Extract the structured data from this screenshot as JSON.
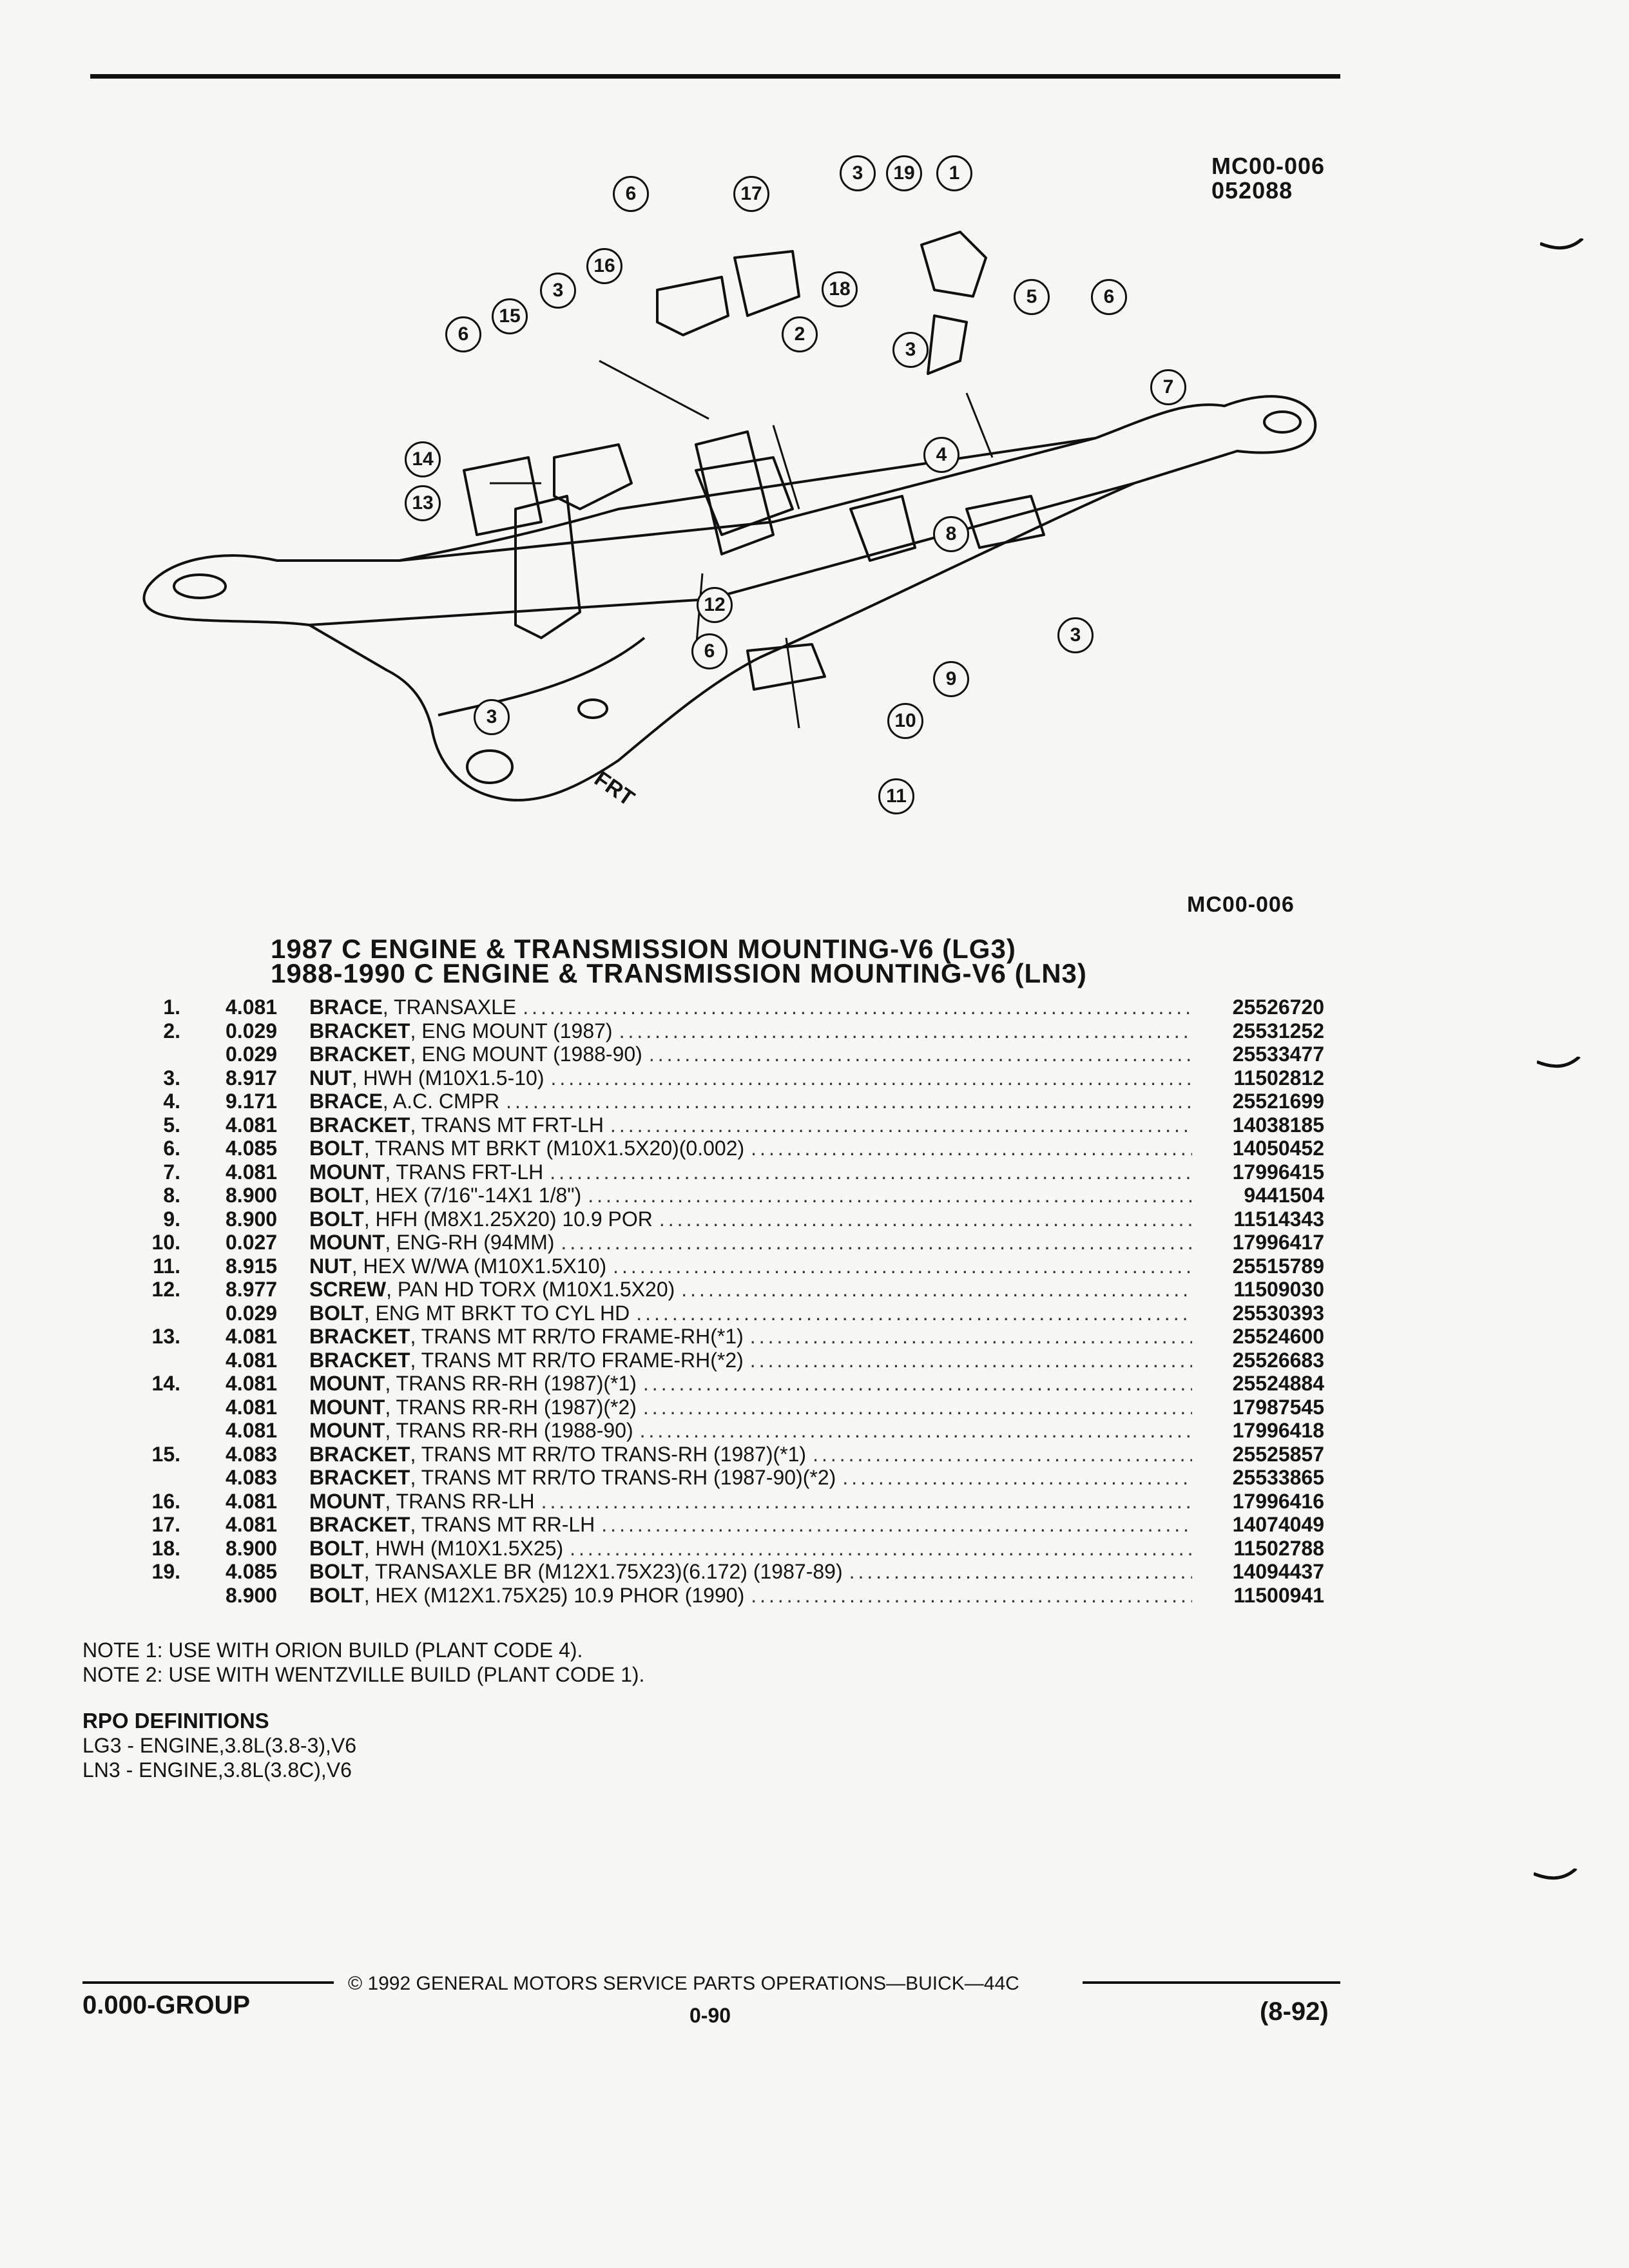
{
  "figure": {
    "code_top": "MC00-006",
    "date_code": "052088",
    "code_bottom": "MC00-006",
    "callouts": [
      "1",
      "2",
      "3",
      "4",
      "5",
      "6",
      "7",
      "8",
      "9",
      "10",
      "11",
      "12",
      "13",
      "14",
      "15",
      "16",
      "17",
      "18",
      "19"
    ],
    "front_label": "FRT"
  },
  "title": {
    "line1": "1987 C ENGINE & TRANSMISSION MOUNTING-V6 (LG3)",
    "line2": "1988-1990 C ENGINE & TRANSMISSION MOUNTING-V6 (LN3)"
  },
  "parts": [
    {
      "num": "1.",
      "code": "4.081",
      "name": "BRACE",
      "desc": ", TRANSAXLE",
      "pn": "25526720"
    },
    {
      "num": "2.",
      "code": "0.029",
      "name": "BRACKET",
      "desc": ", ENG MOUNT (1987)",
      "pn": "25531252"
    },
    {
      "num": "",
      "code": "0.029",
      "name": "BRACKET",
      "desc": ", ENG MOUNT (1988-90)",
      "pn": "25533477"
    },
    {
      "num": "3.",
      "code": "8.917",
      "name": "NUT",
      "desc": ", HWH (M10X1.5-10)",
      "pn": "11502812"
    },
    {
      "num": "4.",
      "code": "9.171",
      "name": "BRACE",
      "desc": ", A.C. CMPR",
      "pn": "25521699"
    },
    {
      "num": "5.",
      "code": "4.081",
      "name": "BRACKET",
      "desc": ", TRANS MT FRT-LH",
      "pn": "14038185"
    },
    {
      "num": "6.",
      "code": "4.085",
      "name": "BOLT",
      "desc": ", TRANS MT BRKT (M10X1.5X20)(0.002)",
      "pn": "14050452"
    },
    {
      "num": "7.",
      "code": "4.081",
      "name": "MOUNT",
      "desc": ", TRANS FRT-LH",
      "pn": "17996415"
    },
    {
      "num": "8.",
      "code": "8.900",
      "name": "BOLT",
      "desc": ", HEX (7/16\"-14X1 1/8\")",
      "pn": "9441504"
    },
    {
      "num": "9.",
      "code": "8.900",
      "name": "BOLT",
      "desc": ", HFH (M8X1.25X20) 10.9 POR",
      "pn": "11514343"
    },
    {
      "num": "10.",
      "code": "0.027",
      "name": "MOUNT",
      "desc": ", ENG-RH (94MM)",
      "pn": "17996417"
    },
    {
      "num": "11.",
      "code": "8.915",
      "name": "NUT",
      "desc": ", HEX W/WA (M10X1.5X10)",
      "pn": "25515789"
    },
    {
      "num": "12.",
      "code": "8.977",
      "name": "SCREW",
      "desc": ", PAN HD TORX (M10X1.5X20)",
      "pn": "11509030"
    },
    {
      "num": "",
      "code": "0.029",
      "name": "BOLT",
      "desc": ", ENG MT BRKT TO CYL HD",
      "pn": "25530393"
    },
    {
      "num": "13.",
      "code": "4.081",
      "name": "BRACKET",
      "desc": ", TRANS MT RR/TO FRAME-RH(*1)",
      "pn": "25524600"
    },
    {
      "num": "",
      "code": "4.081",
      "name": "BRACKET",
      "desc": ", TRANS MT RR/TO FRAME-RH(*2)",
      "pn": "25526683"
    },
    {
      "num": "14.",
      "code": "4.081",
      "name": "MOUNT",
      "desc": ", TRANS RR-RH (1987)(*1)",
      "pn": "25524884"
    },
    {
      "num": "",
      "code": "4.081",
      "name": "MOUNT",
      "desc": ", TRANS RR-RH (1987)(*2)",
      "pn": "17987545"
    },
    {
      "num": "",
      "code": "4.081",
      "name": "MOUNT",
      "desc": ", TRANS RR-RH (1988-90)",
      "pn": "17996418"
    },
    {
      "num": "15.",
      "code": "4.083",
      "name": "BRACKET",
      "desc": ", TRANS MT RR/TO TRANS-RH (1987)(*1)",
      "pn": "25525857"
    },
    {
      "num": "",
      "code": "4.083",
      "name": "BRACKET",
      "desc": ", TRANS MT RR/TO TRANS-RH (1987-90)(*2)",
      "pn": "25533865"
    },
    {
      "num": "16.",
      "code": "4.081",
      "name": "MOUNT",
      "desc": ", TRANS RR-LH",
      "pn": "17996416"
    },
    {
      "num": "17.",
      "code": "4.081",
      "name": "BRACKET",
      "desc": ", TRANS MT RR-LH",
      "pn": "14074049"
    },
    {
      "num": "18.",
      "code": "8.900",
      "name": "BOLT",
      "desc": ", HWH (M10X1.5X25)",
      "pn": "11502788"
    },
    {
      "num": "19.",
      "code": "4.085",
      "name": "BOLT",
      "desc": ", TRANSAXLE BR (M12X1.75X23)(6.172) (1987-89)",
      "pn": "14094437"
    },
    {
      "num": "",
      "code": "8.900",
      "name": "BOLT",
      "desc": ", HEX (M12X1.75X25) 10.9 PHOR (1990)",
      "pn": "11500941"
    }
  ],
  "notes": [
    "NOTE  1:  USE WITH ORION BUILD (PLANT CODE 4).",
    "NOTE  2:  USE WITH WENTZVILLE BUILD (PLANT CODE 1)."
  ],
  "rpo": {
    "heading": "RPO DEFINITIONS",
    "items": [
      "LG3 - ENGINE,3.8L(3.8-3),V6",
      "LN3 - ENGINE,3.8L(3.8C),V6"
    ]
  },
  "footer": {
    "copyright": "© 1992 GENERAL MOTORS SERVICE PARTS OPERATIONS—BUICK—44C",
    "group": "0.000-GROUP",
    "page": "0-90",
    "revision": "(8-92)"
  }
}
